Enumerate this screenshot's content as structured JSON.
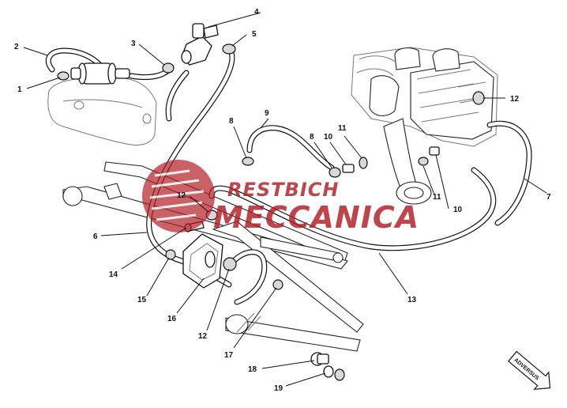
{
  "callouts": [
    {
      "id": "c1",
      "label": "1"
    },
    {
      "id": "c2",
      "label": "2"
    },
    {
      "id": "c3",
      "label": "3"
    },
    {
      "id": "c4",
      "label": "4"
    },
    {
      "id": "c5",
      "label": "5"
    },
    {
      "id": "c6",
      "label": "6"
    },
    {
      "id": "c7",
      "label": "7"
    },
    {
      "id": "c8a",
      "label": "8"
    },
    {
      "id": "c8b",
      "label": "8"
    },
    {
      "id": "c9",
      "label": "9"
    },
    {
      "id": "c10a",
      "label": "10"
    },
    {
      "id": "c10b",
      "label": "10"
    },
    {
      "id": "c11a",
      "label": "11"
    },
    {
      "id": "c11b",
      "label": "11"
    },
    {
      "id": "c12a",
      "label": "12"
    },
    {
      "id": "c12b",
      "label": "12"
    },
    {
      "id": "c12c",
      "label": "12"
    },
    {
      "id": "c13",
      "label": "13"
    },
    {
      "id": "c14",
      "label": "14"
    },
    {
      "id": "c15",
      "label": "15"
    },
    {
      "id": "c16",
      "label": "16"
    },
    {
      "id": "c17",
      "label": "17"
    },
    {
      "id": "c18",
      "label": "18"
    },
    {
      "id": "c19",
      "label": "19"
    }
  ],
  "watermark": {
    "line1": "RESTBICH",
    "line2": "MECCANICA",
    "color": "#b11c24"
  },
  "direction_arrow": {
    "label": "ADVERSUS"
  },
  "colors": {
    "ink": "#111111",
    "watermark_red": "#b11c24",
    "background": "#ffffff"
  }
}
